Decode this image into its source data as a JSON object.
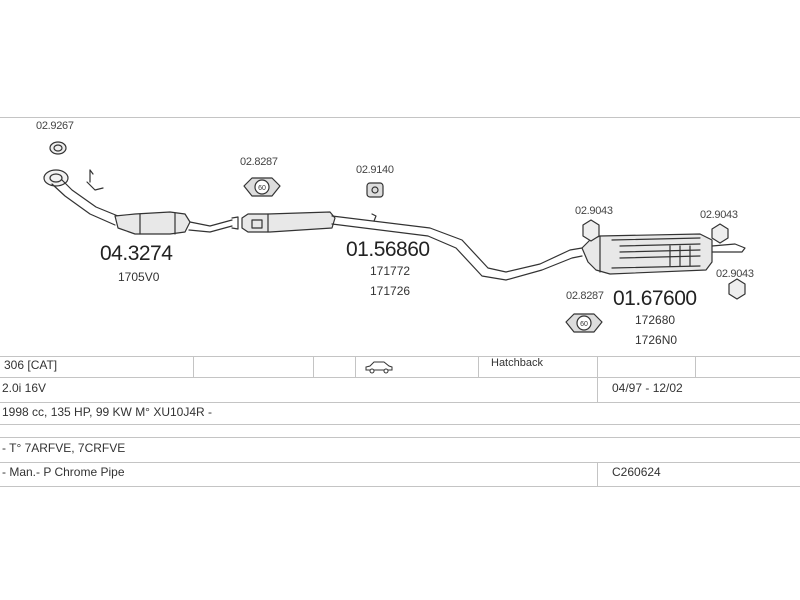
{
  "parts": {
    "p_029267": "02.9267",
    "p_028287_top": "02.8287",
    "p_029140": "02.9140",
    "p_029043_left": "02.9043",
    "p_029043_right_top": "02.9043",
    "p_029043_right_bottom": "02.9043",
    "p_028287_bottom": "02.8287",
    "cat": {
      "number": "04.3274",
      "ref1": "1705V0"
    },
    "middle": {
      "number": "01.56860",
      "ref1": "171772",
      "ref2": "171726"
    },
    "rear": {
      "number": "01.67600",
      "ref1": "172680",
      "ref2": "1726N0"
    },
    "clamp_label": "60"
  },
  "vehicle": {
    "model": "306  [CAT]",
    "body_icon": "car-side-icon",
    "body": "Hatchback",
    "engine": "2.0i 16V",
    "dates": "04/97 - 12/02",
    "spec": "1998 cc, 135 HP, 99 KW M° XU10J4R -",
    "engine_code": "- T° 7ARFVE, 7CRFVE",
    "pipe": "- Man.- P Chrome Pipe",
    "code": "C260624"
  },
  "colors": {
    "line": "#c4c4c4",
    "drawing": "#333333",
    "part_fill": "#e8e8e8"
  }
}
